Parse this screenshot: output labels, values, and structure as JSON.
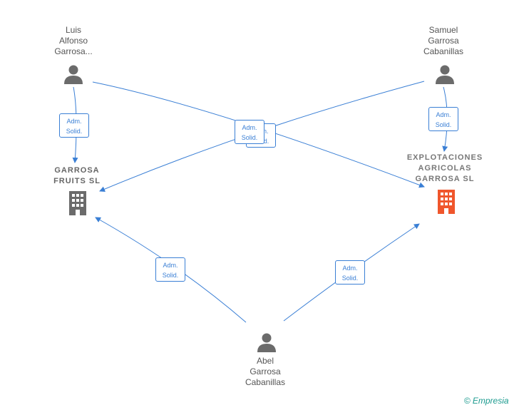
{
  "people": {
    "luis": {
      "name": "Luis\nAlfonso\nGarrosa..."
    },
    "samuel": {
      "name": "Samuel\nGarrosa\nCabanillas"
    },
    "abel": {
      "name": "Abel\nGarrosa\nCabanillas"
    }
  },
  "companies": {
    "garrosa_fruits": {
      "name": "GARROSA\nFRUITS SL",
      "color": "#6b6b6b"
    },
    "explotaciones": {
      "name": "EXPLOTACIONES\nAGRICOLAS\nGARROSA SL",
      "color": "#f0562c"
    }
  },
  "relation": {
    "line1": "Adm.",
    "line2": "Solid."
  },
  "footer": {
    "copyright": "©",
    "brand": "Empresia"
  },
  "colors": {
    "edge": "#3a7fd5",
    "person": "#6b6b6b"
  }
}
